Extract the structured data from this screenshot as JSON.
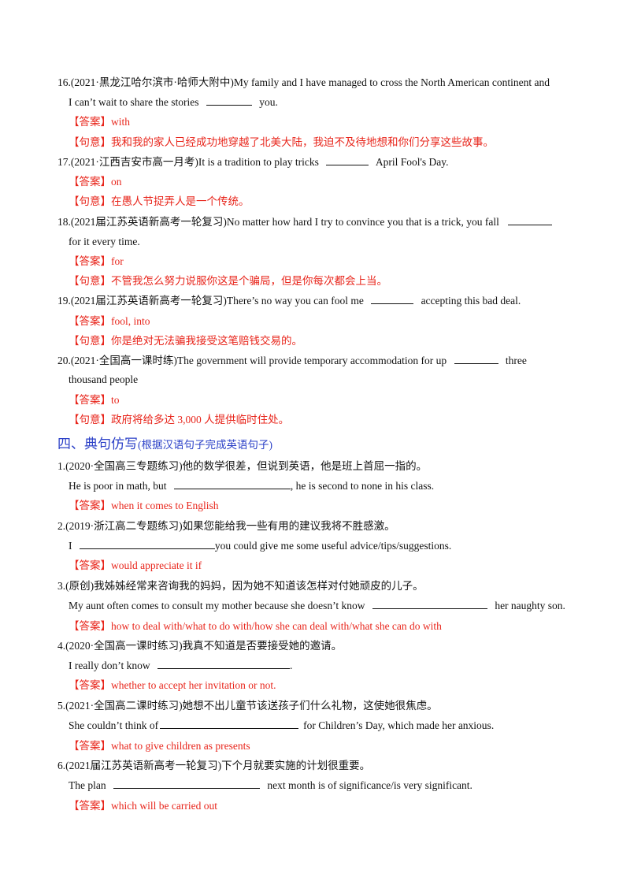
{
  "q16": {
    "line1": "16.(2021·黑龙江哈尔滨市·哈师大附中)My family and I have managed to cross the North American continent and",
    "line2_pre": "I can’t wait to share the stories",
    "line2_post": "you.",
    "answer": "【答案】with",
    "meaning": "【句意】我和我的家人已经成功地穿越了北美大陆，我迫不及待地想和你们分享这些故事。"
  },
  "q17": {
    "line1_pre": "17.(2021·江西吉安市高一月考)It is a tradition to play tricks",
    "line1_post": "April Fool's Day.",
    "answer": "【答案】on",
    "meaning": "【句意】在愚人节捉弄人是一个传统。"
  },
  "q18": {
    "line1_pre": "18.(2021届江苏英语新高考一轮复习)No matter how hard I try to convince you that is a trick, you fall",
    "line2": "for it every time.",
    "answer": "【答案】for",
    "meaning": "【句意】不管我怎么努力说服你这是个骗局，但是你每次都会上当。"
  },
  "q19": {
    "line1_pre": "19.(2021届江苏英语新高考一轮复习)There’s no way you can  fool  me",
    "line1_post": "accepting this bad deal.",
    "answer": "【答案】fool, into",
    "meaning": "【句意】你是绝对无法骗我接受这笔赔钱交易的。"
  },
  "q20": {
    "line1_pre": "20.(2021·全国高一课时练)The government will provide temporary accommodation for up",
    "line1_post": "three",
    "line2": "thousand people",
    "answer": "【答案】to",
    "meaning": "【句意】政府将给多达 3,000 人提供临时住处。"
  },
  "section4": {
    "title": "四、典句仿写",
    "note": "(根据汉语句子完成英语句子)"
  },
  "s1": {
    "prompt": "1.(2020·全国高三专题练习)他的数学很差，但说到英语，他是班上首屈一指的。",
    "line_pre": "He is poor in math, but",
    "line_post": ", he is second to none in his class.",
    "answer": "【答案】when it comes to English"
  },
  "s2": {
    "prompt": "2.(2019·浙江高二专题练习)如果您能给我一些有用的建议我将不胜感激。",
    "line_pre": "I",
    "line_post": "you could give me some useful advice/tips/suggestions.",
    "answer": "【答案】would appreciate it if"
  },
  "s3": {
    "prompt": "3.(原创)我姊姊经常来咨询我的妈妈，因为她不知道该怎样对付她顽皮的儿子。",
    "line_pre": "My aunt often comes to consult my mother because she doesn’t know",
    "line_post": "her naughty son.",
    "answer": "【答案】how to deal with/what  to  do  with/how  she  can  deal  with/what  she  can  do  with"
  },
  "s4": {
    "prompt": "4.(2020·全国高一课时练习)我真不知道是否要接受她的邀请。",
    "line_pre": "I really don’t know",
    "line_post": ".",
    "answer": "【答案】whether to accept her invitation or not."
  },
  "s5": {
    "prompt": "5.(2021·全国高二课时练习)她想不出儿童节该送孩子们什么礼物，这使她很焦虑。",
    "line_pre": "She couldn’t think of",
    "line_post": "for Children’s Day, which made her anxious.",
    "answer": "【答案】what to give children as presents"
  },
  "s6": {
    "prompt": "6.(2021届江苏英语新高考一轮复习)下个月就要实施的计划很重要。",
    "line_pre": "The plan",
    "line_post": "next month is of significance/is very significant.",
    "answer": "【答案】which will be carried out"
  },
  "colors": {
    "answer": "#e8251b",
    "heading": "#2a3fc7",
    "text": "#111111"
  }
}
